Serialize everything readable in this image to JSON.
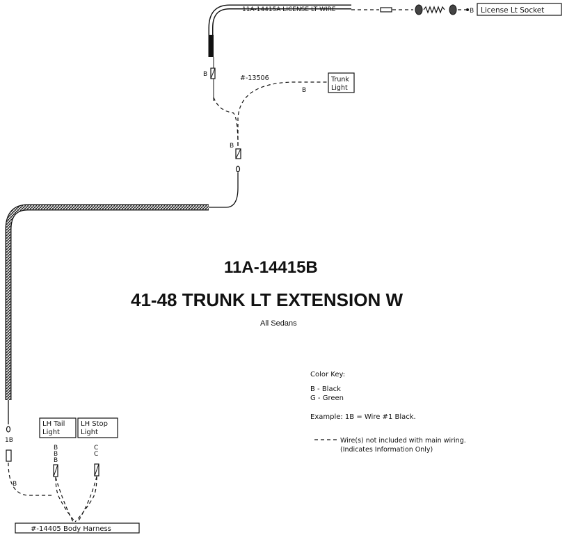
{
  "title": "11A-14415B",
  "subtitle": "41-48 TRUNK LT EXTENSION W",
  "applies_to": "All Sedans",
  "wire_labels": {
    "license_wire": "11A-14415A LICENSE LT WIRE",
    "license_socket": "License Lt Socket",
    "trunk_part": "#-13506",
    "trunk_light": [
      "Trunk",
      "Light"
    ],
    "lh_tail": [
      "LH Tail",
      "Light"
    ],
    "lh_stop": [
      "LH Stop",
      "Light"
    ],
    "body_harness": "#-14405 Body Harness"
  },
  "wire_codes": {
    "b": "B",
    "one_b": "1B",
    "c": "C"
  },
  "color_key": {
    "heading": "Color Key:",
    "items": [
      "B - Black",
      "G - Green"
    ],
    "example": "Example: 1B = Wire #1 Black.",
    "legend_line1": "Wire(s) not included with main wiring.",
    "legend_line2": "(Indicates Information Only)"
  }
}
